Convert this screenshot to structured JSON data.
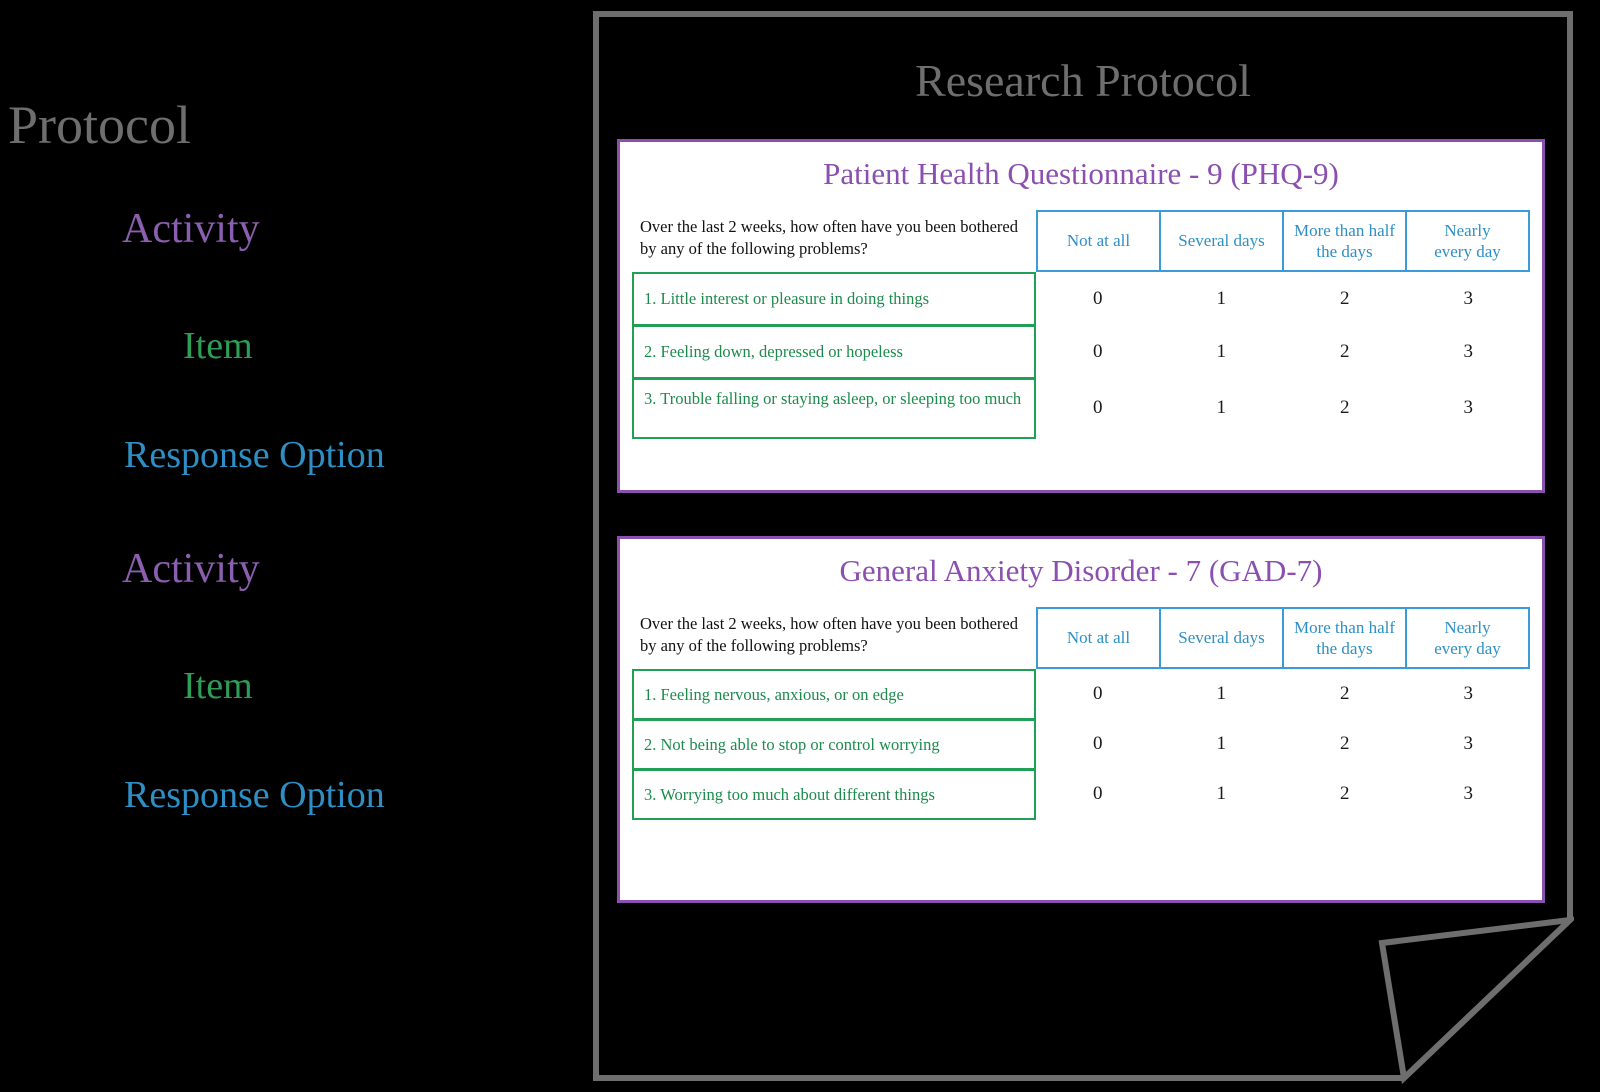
{
  "legend": {
    "protocol": "Protocol",
    "activity_1": "Activity",
    "item_1": "Item",
    "response_option_1": "Response Option",
    "activity_2": "Activity",
    "item_2": "Item",
    "response_option_2": "Response Option"
  },
  "colors": {
    "protocol_gray": "#6E6E6E",
    "activity_purple": "#8B5FAF",
    "item_green": "#2E9E56",
    "response_blue": "#2E8FC4",
    "panel_border_purple": "#8B4FAF",
    "header_border_blue": "#3B9BD9",
    "item_border_green": "#1FA055",
    "sheet_outline_gray": "#6E6E6E",
    "page_background": "#000000",
    "panel_background": "#FFFFFF"
  },
  "document": {
    "title": "Research Protocol"
  },
  "prompt": "Over the last 2 weeks, how often have you been bothered by any of the following problems?",
  "response_options": [
    "Not at all",
    "Several days",
    "More than half the days",
    "Nearly every day"
  ],
  "response_headers": [
    {
      "line1": "Not at all",
      "line2": ""
    },
    {
      "line1": "Several days",
      "line2": ""
    },
    {
      "line1": "More than half",
      "line2": "the days"
    },
    {
      "line1": "Nearly",
      "line2": "every day"
    }
  ],
  "scores": [
    "0",
    "1",
    "2",
    "3"
  ],
  "instruments": [
    {
      "id": "phq9",
      "title": "Patient Health Questionnaire - 9 (PHQ-9)",
      "items": [
        {
          "text": "1. Little interest or pleasure in doing things",
          "scores": [
            "0",
            "1",
            "2",
            "3"
          ]
        },
        {
          "text": "2. Feeling down, depressed or hopeless",
          "scores": [
            "0",
            "1",
            "2",
            "3"
          ]
        },
        {
          "text": "3. Trouble falling or staying asleep, or sleeping too much",
          "scores": [
            "0",
            "1",
            "2",
            "3"
          ]
        }
      ]
    },
    {
      "id": "gad7",
      "title": "General Anxiety Disorder - 7 (GAD-7)",
      "items": [
        {
          "text": "1. Feeling nervous, anxious, or on edge",
          "scores": [
            "0",
            "1",
            "2",
            "3"
          ]
        },
        {
          "text": "2. Not being able to stop or control worrying",
          "scores": [
            "0",
            "1",
            "2",
            "3"
          ]
        },
        {
          "text": "3. Worrying too much about different things",
          "scores": [
            "0",
            "1",
            "2",
            "3"
          ]
        }
      ]
    }
  ]
}
